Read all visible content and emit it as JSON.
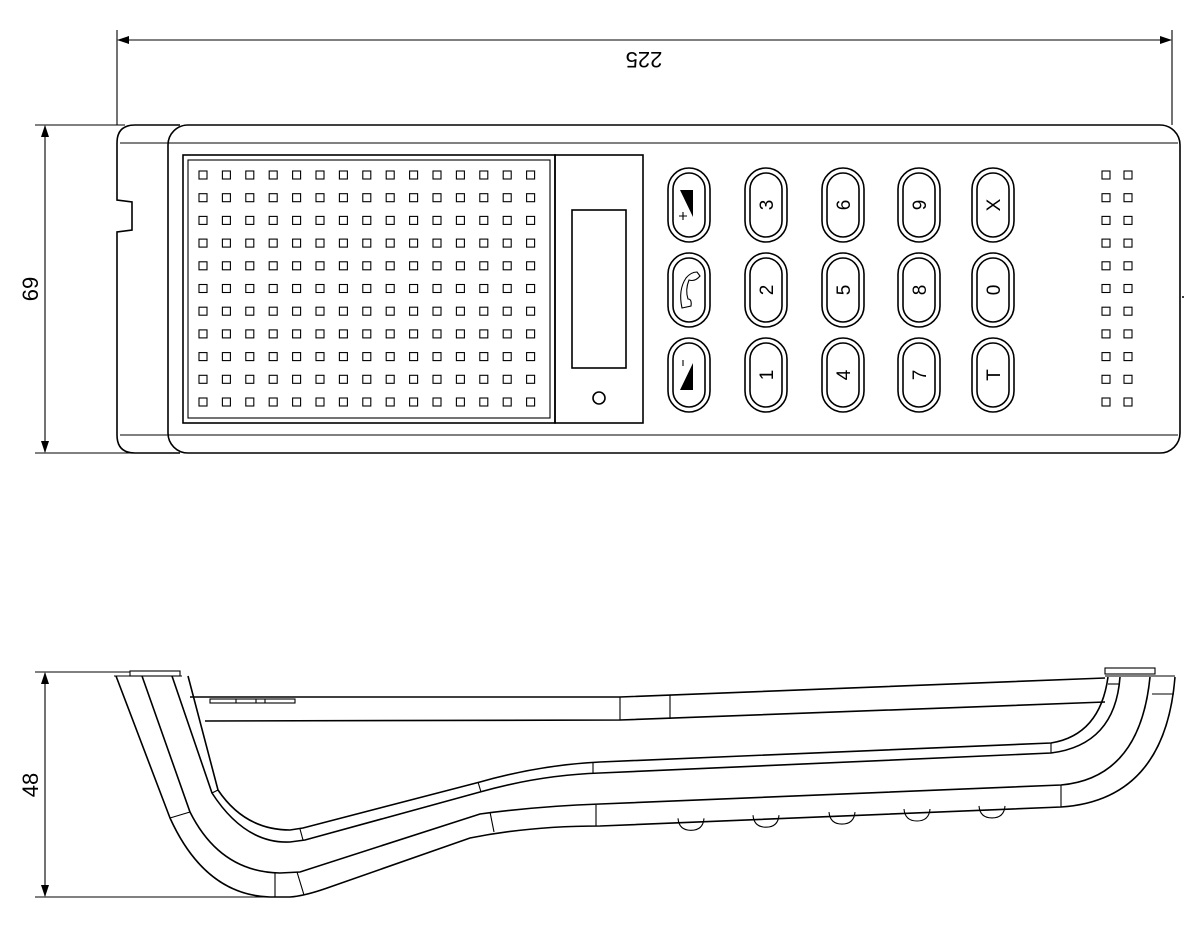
{
  "dimensions": {
    "length": "225",
    "width": "69",
    "height": "48"
  },
  "keypad": {
    "columns": [
      [
        {
          "icon": "volume-up-icon",
          "label": ""
        },
        {
          "icon": "phone-handset-icon",
          "label": ""
        },
        {
          "icon": "volume-down-icon",
          "label": ""
        }
      ],
      [
        {
          "label": "3"
        },
        {
          "label": "2"
        },
        {
          "label": "1"
        }
      ],
      [
        {
          "label": "6"
        },
        {
          "label": "5"
        },
        {
          "label": "4"
        }
      ],
      [
        {
          "label": "9"
        },
        {
          "label": "8"
        },
        {
          "label": "7"
        }
      ],
      [
        {
          "label": "X"
        },
        {
          "label": "0"
        },
        {
          "label": "T"
        }
      ]
    ]
  },
  "speaker_grid": {
    "columns": 15,
    "rows": 11
  },
  "side_speaker_grid": {
    "columns": 2,
    "rows": 11
  },
  "side_view_feet": 5
}
